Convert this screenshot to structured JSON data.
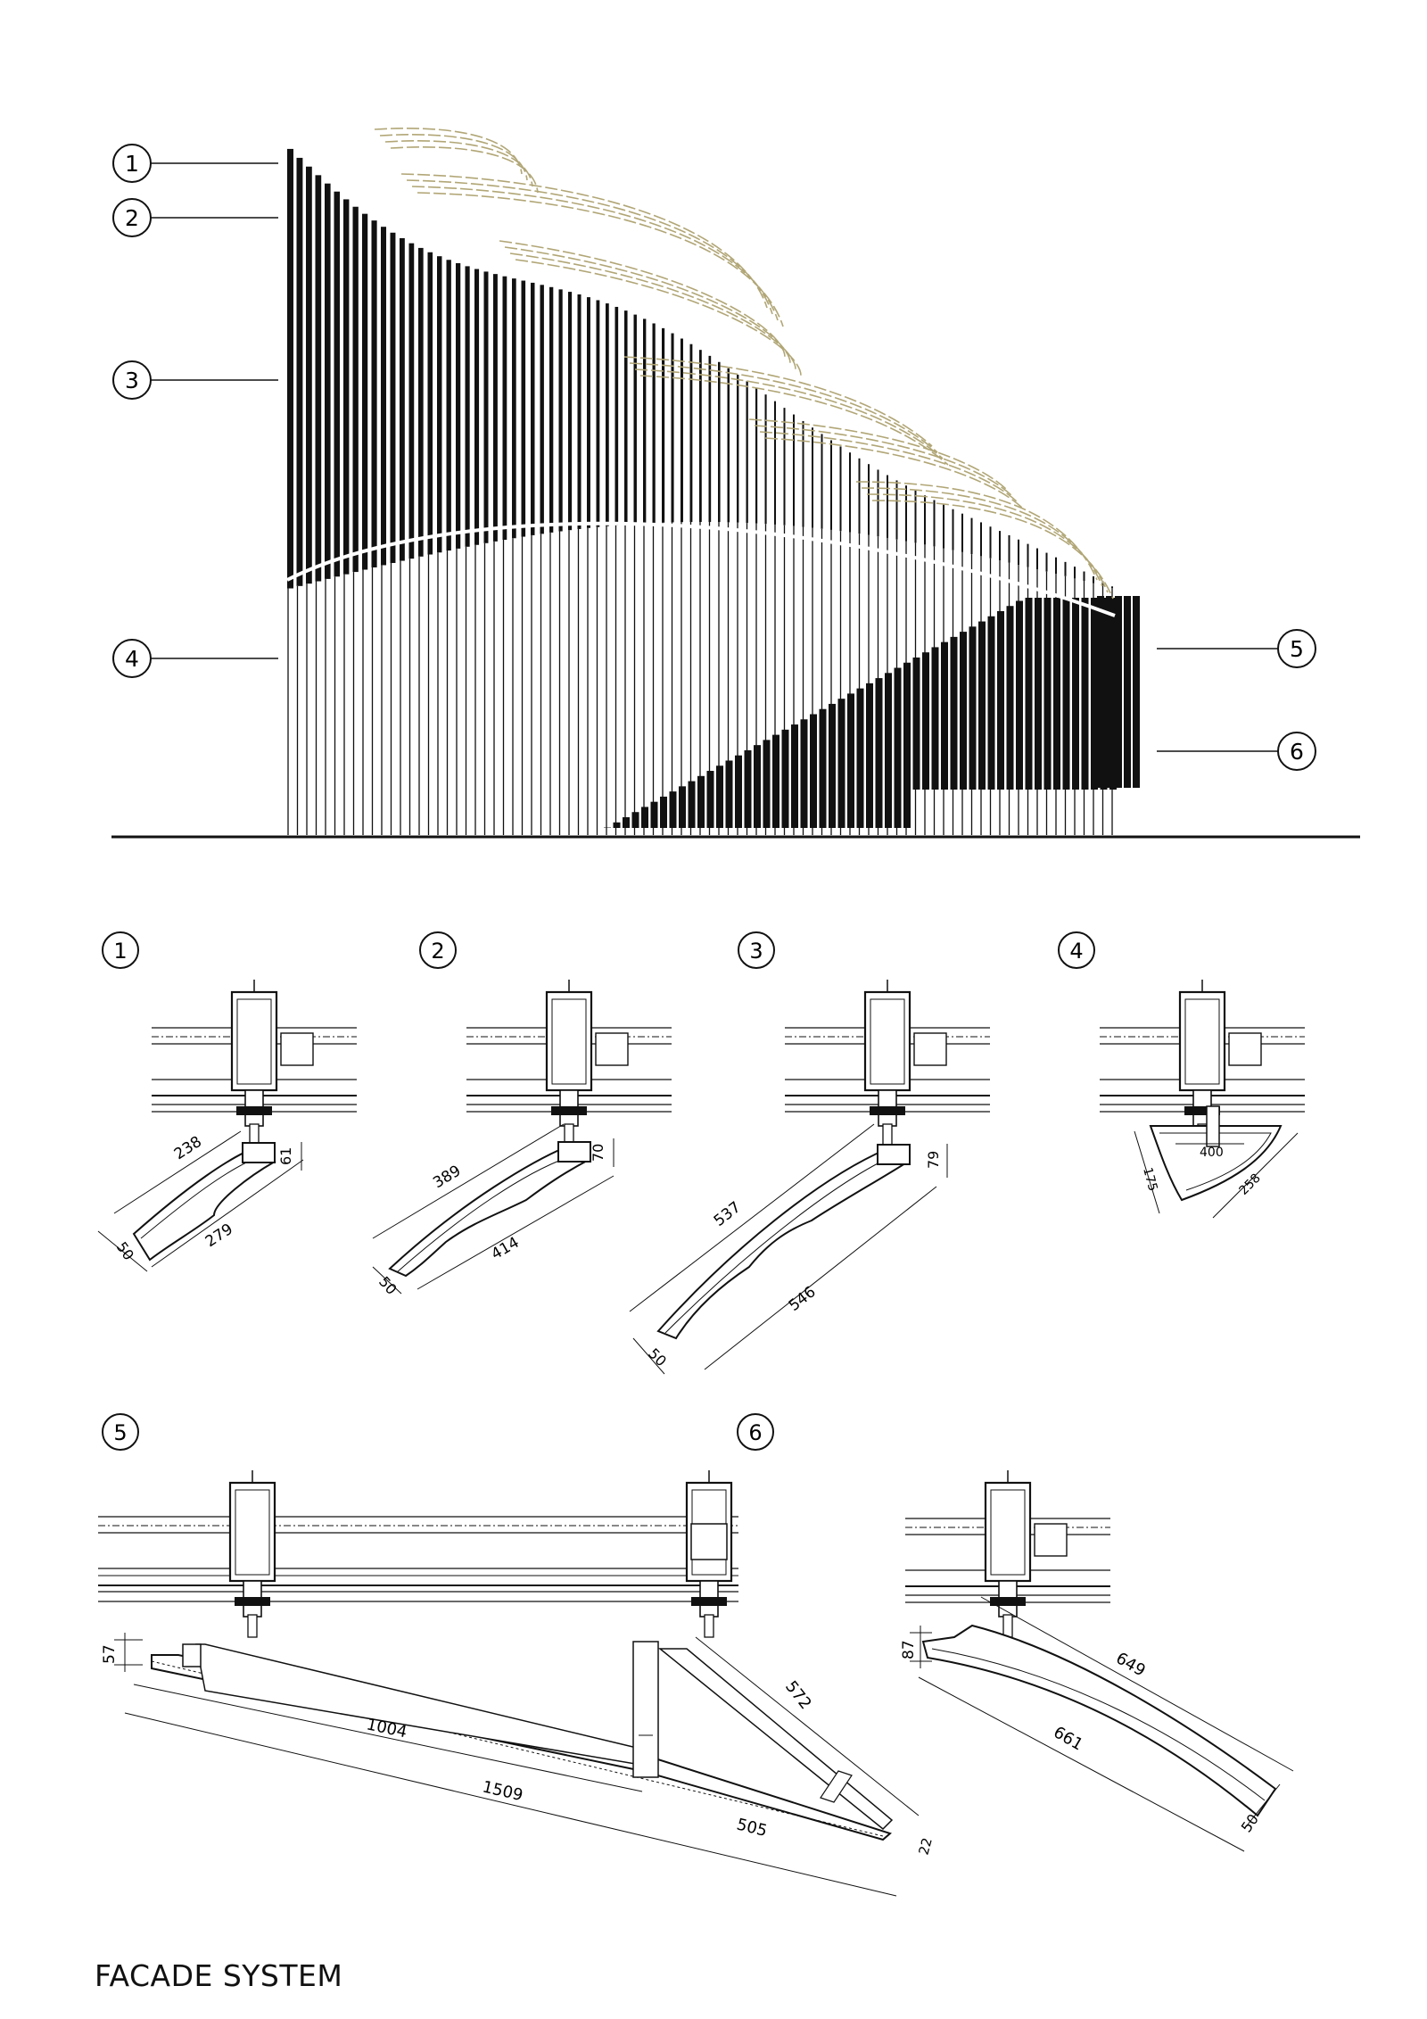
{
  "title": "FACADE SYSTEM",
  "colors": {
    "ink": "#111111",
    "fin_gold": "#b1a676",
    "background": "#ffffff"
  },
  "elevation": {
    "callouts_left": [
      "1",
      "2",
      "3",
      "4"
    ],
    "callouts_right": [
      "5",
      "6"
    ]
  },
  "details": [
    {
      "id": "1",
      "dims": {
        "top": "238",
        "bottom": "279",
        "depth": "61",
        "tip": "50"
      }
    },
    {
      "id": "2",
      "dims": {
        "top": "389",
        "bottom": "414",
        "depth": "70",
        "tip": "50"
      }
    },
    {
      "id": "3",
      "dims": {
        "top": "537",
        "bottom": "546",
        "depth": "79",
        "tip": "50"
      }
    },
    {
      "id": "4",
      "dims": {
        "width": "400",
        "left": "175",
        "right": "258"
      }
    },
    {
      "id": "5",
      "dims": {
        "height": "57",
        "overall": "1509",
        "blade": "1004",
        "tail": "505",
        "brace": "572",
        "tip": "22"
      }
    },
    {
      "id": "6",
      "dims": {
        "height": "87",
        "top": "649",
        "bottom": "661",
        "tip": "50"
      }
    }
  ]
}
